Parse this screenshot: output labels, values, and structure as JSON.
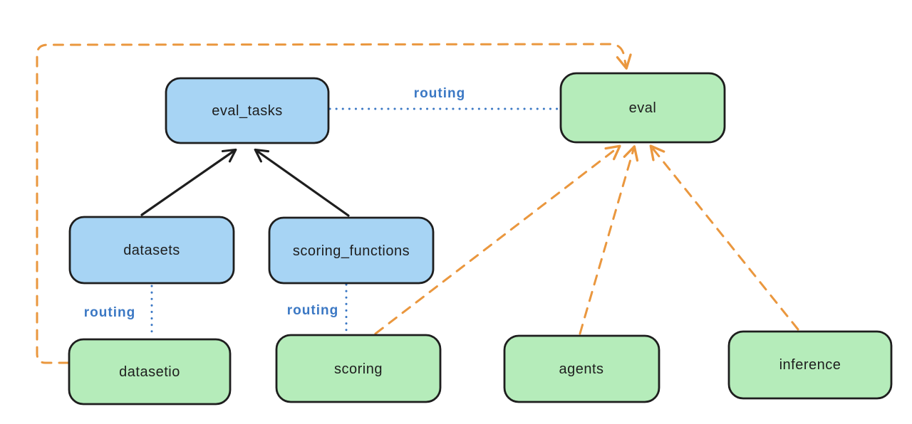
{
  "diagram": {
    "nodes": {
      "eval_tasks": {
        "label": "eval_tasks",
        "type": "resource"
      },
      "eval": {
        "label": "eval",
        "type": "provider"
      },
      "datasets": {
        "label": "datasets",
        "type": "resource"
      },
      "scoring_functions": {
        "label": "scoring_functions",
        "type": "resource"
      },
      "datasetio": {
        "label": "datasetio",
        "type": "provider"
      },
      "scoring": {
        "label": "scoring",
        "type": "provider"
      },
      "agents": {
        "label": "agents",
        "type": "provider"
      },
      "inference": {
        "label": "inference",
        "type": "provider"
      }
    },
    "edges": [
      {
        "from": "datasets",
        "to": "eval_tasks",
        "style": "solid-black-arrow"
      },
      {
        "from": "scoring_functions",
        "to": "eval_tasks",
        "style": "solid-black-arrow"
      },
      {
        "from": "eval_tasks",
        "to": "eval",
        "style": "dotted-blue",
        "label": "routing"
      },
      {
        "from": "datasets",
        "to": "datasetio",
        "style": "dotted-blue",
        "label": "routing"
      },
      {
        "from": "scoring_functions",
        "to": "scoring",
        "style": "dotted-blue",
        "label": "routing"
      },
      {
        "from": "datasetio",
        "to": "eval",
        "style": "dashed-orange-arrow"
      },
      {
        "from": "scoring",
        "to": "eval",
        "style": "dashed-orange-arrow"
      },
      {
        "from": "agents",
        "to": "eval",
        "style": "dashed-orange-arrow"
      },
      {
        "from": "inference",
        "to": "eval",
        "style": "dashed-orange-arrow"
      }
    ],
    "colors": {
      "node_blue_fill": "#a7d4f4",
      "node_green_fill": "#b5ecba",
      "stroke": "#1e1e1e",
      "routing_blue": "#3b78c4",
      "orange": "#ea973e",
      "background": "#ffffff"
    }
  }
}
